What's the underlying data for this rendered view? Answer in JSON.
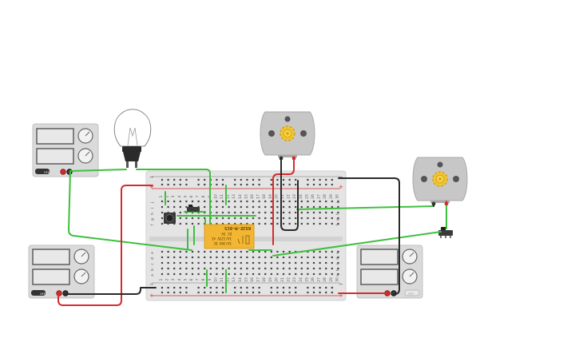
{
  "canvas": {
    "background": "#ffffff"
  },
  "colors": {
    "wire_green": "#3fbf3f",
    "wire_red": "#d62b2b",
    "wire_black": "#2a2a2a",
    "breadboard": "#e6e6e6",
    "relay": "#f2b632",
    "motor_body": "#c9c9c9",
    "gear": "#f2c531",
    "psu_body": "#d9d9d9"
  },
  "power_supplies": [
    {
      "id": "psu-top-left",
      "off_label": "OFF"
    },
    {
      "id": "psu-bottom-left",
      "off_label": "OFF"
    },
    {
      "id": "psu-bottom-right",
      "off_label": "OFF"
    }
  ],
  "breadboard": {
    "column_numbers": [
      "1",
      "2",
      "3",
      "4",
      "5",
      "6",
      "7",
      "8",
      "9",
      "10",
      "11",
      "12",
      "13",
      "14",
      "15",
      "16",
      "17",
      "18",
      "19",
      "20",
      "21",
      "22",
      "23",
      "24",
      "25",
      "26",
      "27",
      "28",
      "29",
      "30"
    ],
    "row_letters_top": [
      "j",
      "i",
      "h",
      "g",
      "f"
    ],
    "row_letters_bottom": [
      "e",
      "d",
      "c",
      "b",
      "a"
    ],
    "rail_plus": "+",
    "rail_minus": "−"
  },
  "relay": {
    "lines": [
      "3A/30V DC",
      "1A/125V AC",
      "DC 5V",
      "KS2E-M-DC5"
    ],
    "icon": "relay-coil-icon"
  },
  "components": {
    "bulb_icon": "light-bulb-icon",
    "motor_icon": "dc-motor-icon",
    "switch_icon": "slide-switch-icon",
    "button_icon": "push-button-icon"
  }
}
